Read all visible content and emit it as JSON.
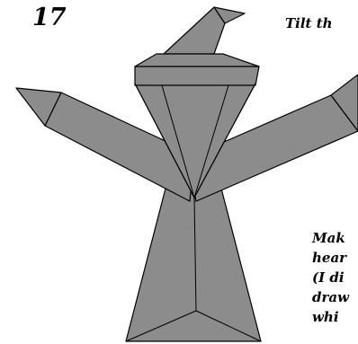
{
  "step": {
    "number": "17"
  },
  "instructions": {
    "top": "Tilt th",
    "bottom_lines": [
      "Mak",
      "hear",
      "(I di",
      "draw",
      "whi"
    ]
  },
  "figure": {
    "fill_color": "#8c8c8c",
    "stroke_color": "#000000",
    "background_color": "#ffffff"
  }
}
